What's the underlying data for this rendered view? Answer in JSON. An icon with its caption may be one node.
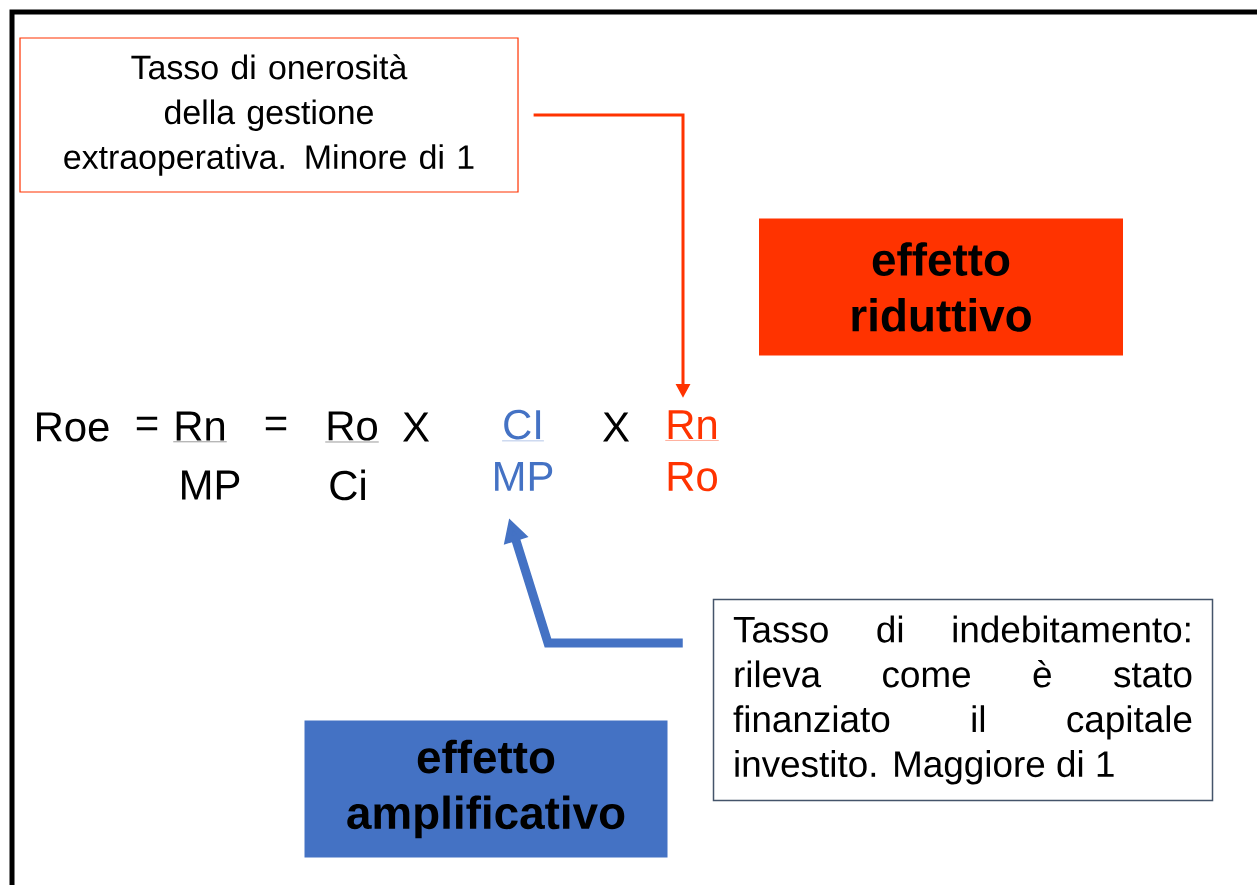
{
  "diagram": {
    "nodes": [
      {
        "text": [
          "Tasso di onerosità della gestione extraoperativa. Minore di 1"
        ]
      },
      {
        "text": [
          "effetto riduttivo"
        ]
      },
      {
        "text": [
          "Rn",
          "Ro"
        ]
      },
      {
        "text": [
          "CI",
          "MP"
        ]
      },
      {
        "text": [
          "Tasso di indebitamento: rileva come è stato finanziato il capitale investito. Maggiore di 1"
        ]
      },
      {
        "text": [
          "effetto amplificativo"
        ]
      }
    ],
    "edges": [
      {
        "from": 0,
        "to": 2,
        "arrow": "to",
        "color": "#ff3300"
      },
      {
        "from": 4,
        "to": 3,
        "arrow": "to",
        "style": "thick",
        "color": "#4472c4"
      }
    ],
    "labels": [
      "Roe",
      "=",
      "Rn",
      "=",
      "Ro",
      "X",
      "X",
      "MP",
      "Ci"
    ]
  }
}
